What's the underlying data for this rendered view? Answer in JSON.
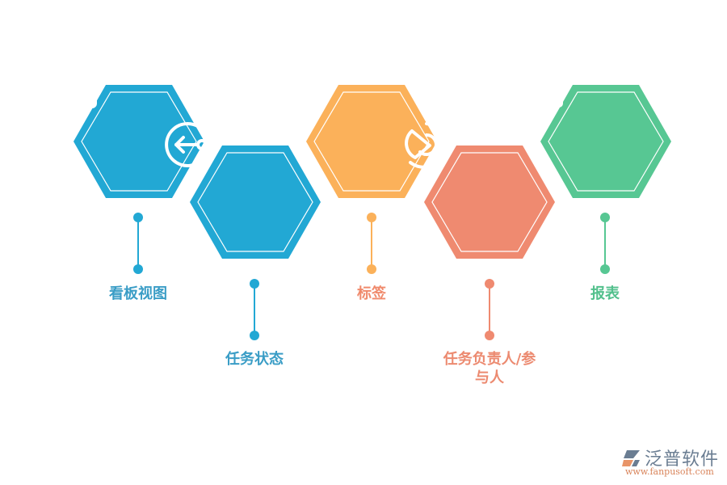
{
  "colors": {
    "blue": "#22a8d4",
    "orange": "#fbb15a",
    "coral": "#ef8a70",
    "green": "#57c793",
    "background": "#ffffff"
  },
  "items": [
    {
      "label": "看板视图",
      "icon": "document-icon",
      "color": "#22a8d4"
    },
    {
      "label": "任务状态",
      "icon": "logout-arrow-left-icon",
      "color": "#22a8d4"
    },
    {
      "label": "标签",
      "icon": "login-arrow-right-icon",
      "color": "#fbb15a"
    },
    {
      "label": "任务负责人/参\n与人",
      "label_line1": "任务负责人/参",
      "label_line2": "与人",
      "icon": "pie-chart-icon",
      "color": "#ef8a70"
    },
    {
      "label": "报表",
      "icon": "checkbox-stack-icon",
      "color": "#57c793"
    }
  ],
  "watermark": {
    "brand": "泛普软件",
    "url": "www.fanpusoft.com"
  }
}
